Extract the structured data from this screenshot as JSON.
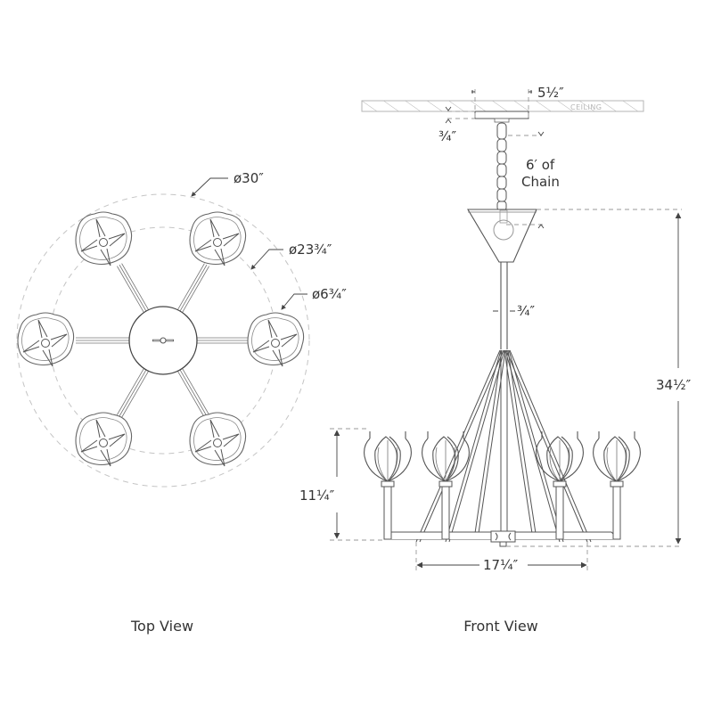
{
  "views": {
    "top": {
      "caption": "Top View",
      "dimensions": {
        "overall_diameter": "ø30″",
        "arm_span_diameter": "ø23¾″",
        "shade_diameter": "ø6¾″"
      },
      "arm_count": 6
    },
    "front": {
      "caption": "Front View",
      "ceiling_label": "CEILING",
      "dimensions": {
        "canopy_width": "5½″",
        "canopy_height": "¾″",
        "chain_line1": "6′ of",
        "chain_line2": "Chain",
        "stem_width": "¾″",
        "overall_height": "34½″",
        "body_height": "11¼″",
        "body_width": "17¼″"
      }
    }
  }
}
